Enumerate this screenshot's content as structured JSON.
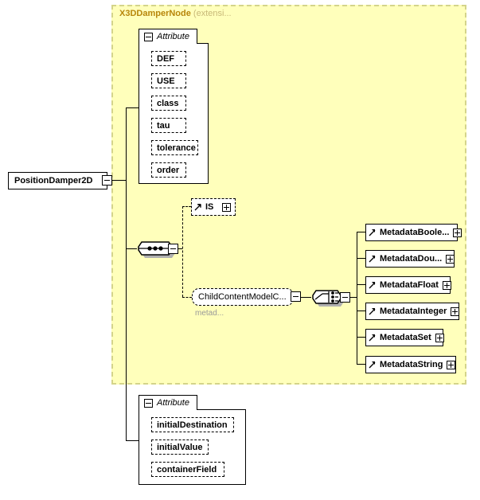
{
  "diagram": {
    "title": "PositionDamper2D",
    "type": "xsd-element-diagram"
  },
  "root_element": {
    "name": "PositionDamper2D",
    "expander": "minus-box"
  },
  "extension_region": {
    "base_type": "X3DDamperNode",
    "qualifier": "(extensi..."
  },
  "attribute_groups": [
    {
      "tab_label": "Attribute",
      "collapse_icon": "minus-box",
      "attributes": [
        {
          "name": "DEF"
        },
        {
          "name": "USE"
        },
        {
          "name": "class"
        },
        {
          "name": "tau"
        },
        {
          "name": "tolerance"
        },
        {
          "name": "order"
        }
      ]
    },
    {
      "tab_label": "Attribute",
      "collapse_icon": "minus-box",
      "attributes": [
        {
          "name": "initialDestination"
        },
        {
          "name": "initialValue"
        },
        {
          "name": "containerField"
        }
      ]
    }
  ],
  "sequence_compositor": {
    "kind": "sequence",
    "expander": "minus-box"
  },
  "choice_compositor": {
    "kind": "choice",
    "expander": "minus-box"
  },
  "content_children": [
    {
      "name": "IS",
      "optional": true,
      "expander": "plus-box",
      "reference_arrow": true
    },
    {
      "name": "ChildContentModelC...",
      "optional": true,
      "rounded": true,
      "expander": "minus-box",
      "annotation": "metad..."
    }
  ],
  "choice_children": [
    {
      "name": "MetadataBoole...",
      "expander": "plus-box",
      "reference_arrow": true
    },
    {
      "name": "MetadataDou...",
      "expander": "plus-box",
      "reference_arrow": true
    },
    {
      "name": "MetadataFloat",
      "expander": "plus-box",
      "reference_arrow": true
    },
    {
      "name": "MetadataInteger",
      "expander": "plus-box",
      "reference_arrow": true
    },
    {
      "name": "MetadataSet",
      "expander": "plus-box",
      "reference_arrow": true
    },
    {
      "name": "MetadataString",
      "expander": "plus-box",
      "reference_arrow": true
    }
  ],
  "colors": {
    "extension_background": "#ffffbb",
    "extension_border": "#d4d48a",
    "extension_title": "#b8860b",
    "box_border": "#000000",
    "shadow": "#b0b0b0",
    "annotation": "#999999"
  }
}
